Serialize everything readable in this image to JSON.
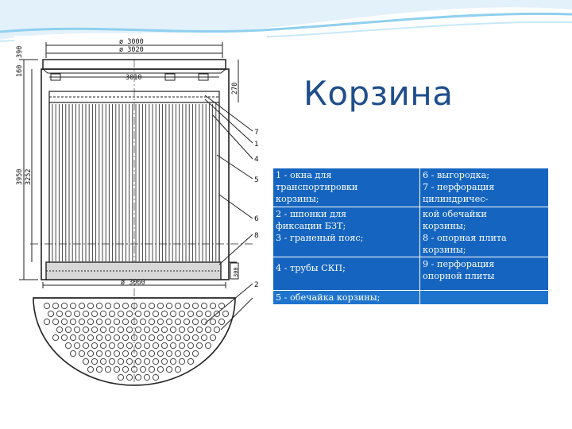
{
  "slide": {
    "title": "Корзина",
    "accent_color": "#1565c0",
    "title_color": "#1f4e8c"
  },
  "drawing": {
    "dims": {
      "d3000": "ø 3000",
      "d3020": "ø 3020",
      "w3010": "3010",
      "d3060": "ø 3060",
      "h160": "160",
      "h390": "390",
      "h3950": "3950",
      "h3252": "3252",
      "h270": "270",
      "h300": "300"
    },
    "callouts": [
      "7",
      "1",
      "4",
      "5",
      "6",
      "8",
      "2"
    ]
  },
  "legend": {
    "rows": [
      {
        "left": [
          "1 - окна для",
          "транспортировки",
          "корзины;"
        ],
        "right": [
          "6 - выгородка;",
          "7 - перфорация",
          "цилиндричес-"
        ]
      },
      {
        "left": [
          "2 - шпонки для",
          "фиксации БЗТ;",
          "3 - граненый пояс;"
        ],
        "right": [
          "кой обечайки",
          "корзины;",
          "8 - опорная плита",
          "корзины;"
        ]
      },
      {
        "left": [
          "4 - трубы СКП;"
        ],
        "right": [
          "9 - перфорация",
          "опорной плиты"
        ]
      },
      {
        "left": [
          "5 - обечайка корзины;"
        ],
        "right": []
      }
    ]
  }
}
